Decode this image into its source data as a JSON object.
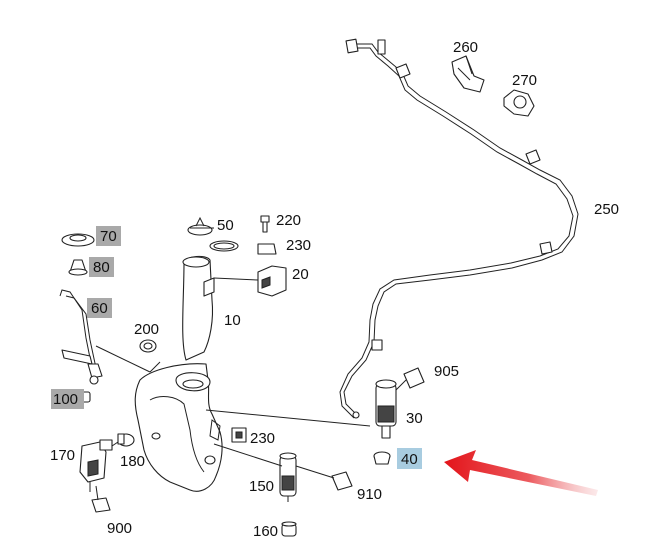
{
  "labels": {
    "p260": "260",
    "p270": "270",
    "p250": "250",
    "p50": "50",
    "p220": "220",
    "p230a": "230",
    "p70": "70",
    "p80": "80",
    "p20": "20",
    "p60": "60",
    "p10": "10",
    "p200": "200",
    "p905": "905",
    "p100": "100",
    "p30": "30",
    "p230b": "230",
    "p170": "170",
    "p40": "40",
    "p180": "180",
    "p150": "150",
    "p910": "910",
    "p900": "900",
    "p160": "160"
  },
  "colors": {
    "line": "#222222",
    "gray_highlight": "#a9a9a9",
    "blue_highlight": "#a8cce0",
    "arrow": "#e8161b"
  }
}
